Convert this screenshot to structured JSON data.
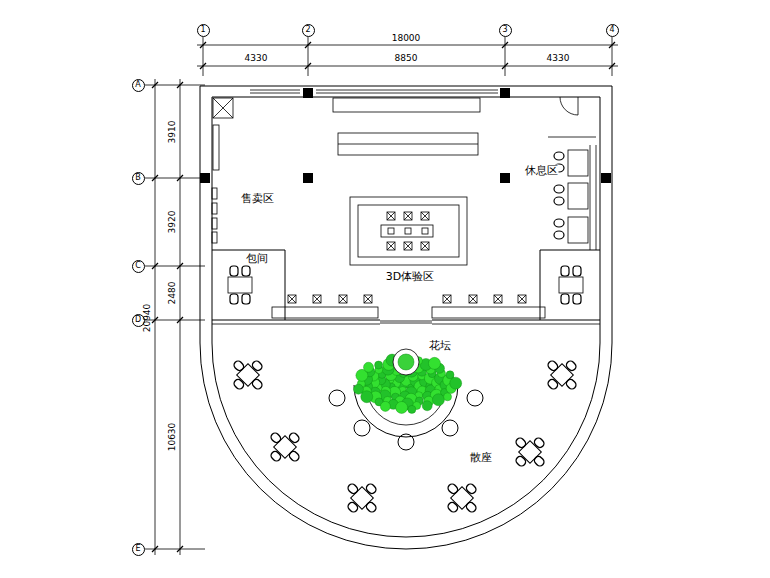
{
  "diagram": {
    "nodes": [
      {
        "text": [
          "1"
        ]
      },
      {
        "text": [
          "2"
        ]
      },
      {
        "text": [
          "3"
        ]
      },
      {
        "text": [
          "4"
        ]
      },
      {
        "text": [
          "A"
        ]
      },
      {
        "text": [
          "B"
        ]
      },
      {
        "text": [
          "C"
        ]
      },
      {
        "text": [
          "D"
        ]
      },
      {
        "text": [
          "E"
        ]
      }
    ],
    "labels": [
      "18000",
      "4330",
      "8850",
      "4330",
      "3910",
      "3920",
      "2480",
      "20940",
      "10630",
      "售卖区",
      "休息区",
      "包间",
      "3D体验区",
      "花坛",
      "散座"
    ]
  }
}
